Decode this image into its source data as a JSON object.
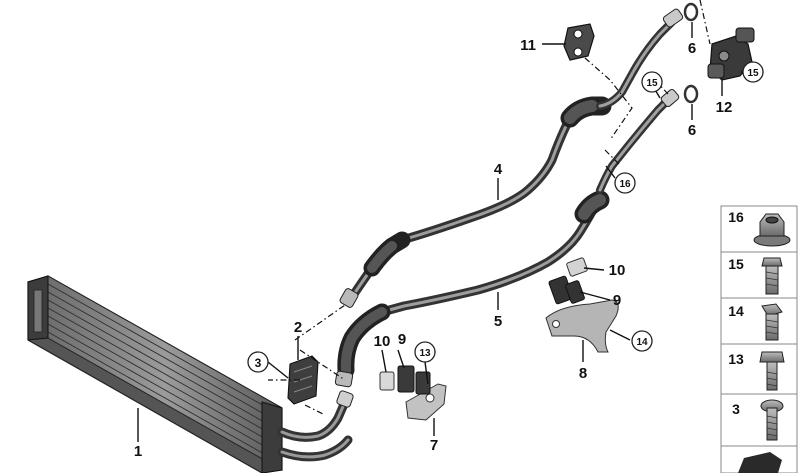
{
  "parts": {
    "p1": "1",
    "p2": "2",
    "p3": "3",
    "p4": "4",
    "p5": "5",
    "p6a": "6",
    "p6b": "6",
    "p7": "7",
    "p8": "8",
    "p9a": "9",
    "p9b": "9",
    "p10a": "10",
    "p10b": "10",
    "p11": "11",
    "p12": "12",
    "p13": "13",
    "p14": "14",
    "p15a": "15",
    "p15b": "15",
    "p16": "16"
  },
  "legend": {
    "rows": [
      {
        "label": "16",
        "icon": "flange-nut-icon"
      },
      {
        "label": "15",
        "icon": "hex-bolt-icon"
      },
      {
        "label": "14",
        "icon": "collar-bolt-icon"
      },
      {
        "label": "13",
        "icon": "hex-screw-icon"
      },
      {
        "label": "3",
        "icon": "torx-screw-icon"
      }
    ]
  },
  "colors": {
    "hose": "#3a3a3a",
    "hose_highlight": "#8c8c8c",
    "radiator": "#4a4a4a",
    "bracket": "#9a9a9a"
  }
}
